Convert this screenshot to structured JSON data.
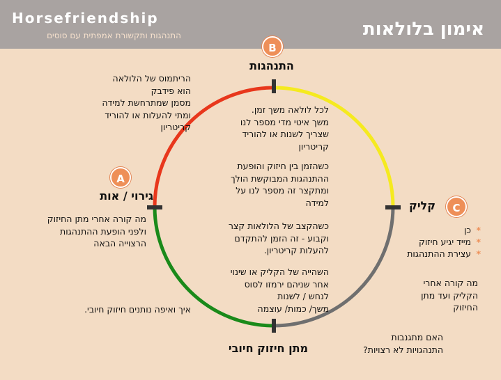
{
  "header": {
    "brand": "Horsefriendship",
    "brand_sub": "התנהגות ותקשורת אמפתית עם סוסים",
    "title": "אימון בלולאות"
  },
  "badges": {
    "a": "A",
    "b": "B",
    "c": "C"
  },
  "colors": {
    "arc_top_right": "#f5ea1f",
    "arc_top_left": "#e8371c",
    "arc_bottom_left": "#1a8a1a",
    "arc_bottom_right": "#6f6f6f",
    "badge": "#ee8f58"
  },
  "labels": {
    "behavior": "התנהגות",
    "click": "קליק",
    "stimulus": "גירוי / אות",
    "reinforcement": "מתן חיזוק חיובי"
  },
  "notes": {
    "top_left": "הריתמוס של הלולאה\nהוא פידבק\nמסמן שמתרחשת למידה\nומתי להעלות או להוריד\nקריטריון",
    "left": "מה קורה אחרי מתן החיזוק\nולפני הופעת ההתנהגות\nהרצוייה הבאה",
    "bottom_left": "איך ואיפה נותנים חיזוק חיובי.",
    "right_mid": "מה קורה אחרי\nהקליק ועד מתן\nהחיזוק",
    "bottom_right": "האם מתגנבות\nהתנהגויות לא רצויות?",
    "center_1": "לכל לולאה משך זמן.\nמשך איטי מדי מספר לנו\nשצריך לשנות או להוריד\nקריטריון",
    "center_2": "כשהזמן בין חיזוק והופעת\nההתנהגות המבוקשת הולך\nומתקצר זה מספר לנו על\nלמידה",
    "center_3": "כשהקצב של הלולאות קצר\nוקבוע - זה הזמן להתקדם\nלהעלות קריטריון.",
    "center_4": "השהייה של הקליק או שינוי\nאחר שניהם ירמזו לסוס\nלנחש / לשנות\nמשך/ כמות/ עוצמה"
  },
  "click_bullets": [
    "כן",
    "מייד יגיע חיזוק",
    "עצירת ההתנהגות"
  ]
}
